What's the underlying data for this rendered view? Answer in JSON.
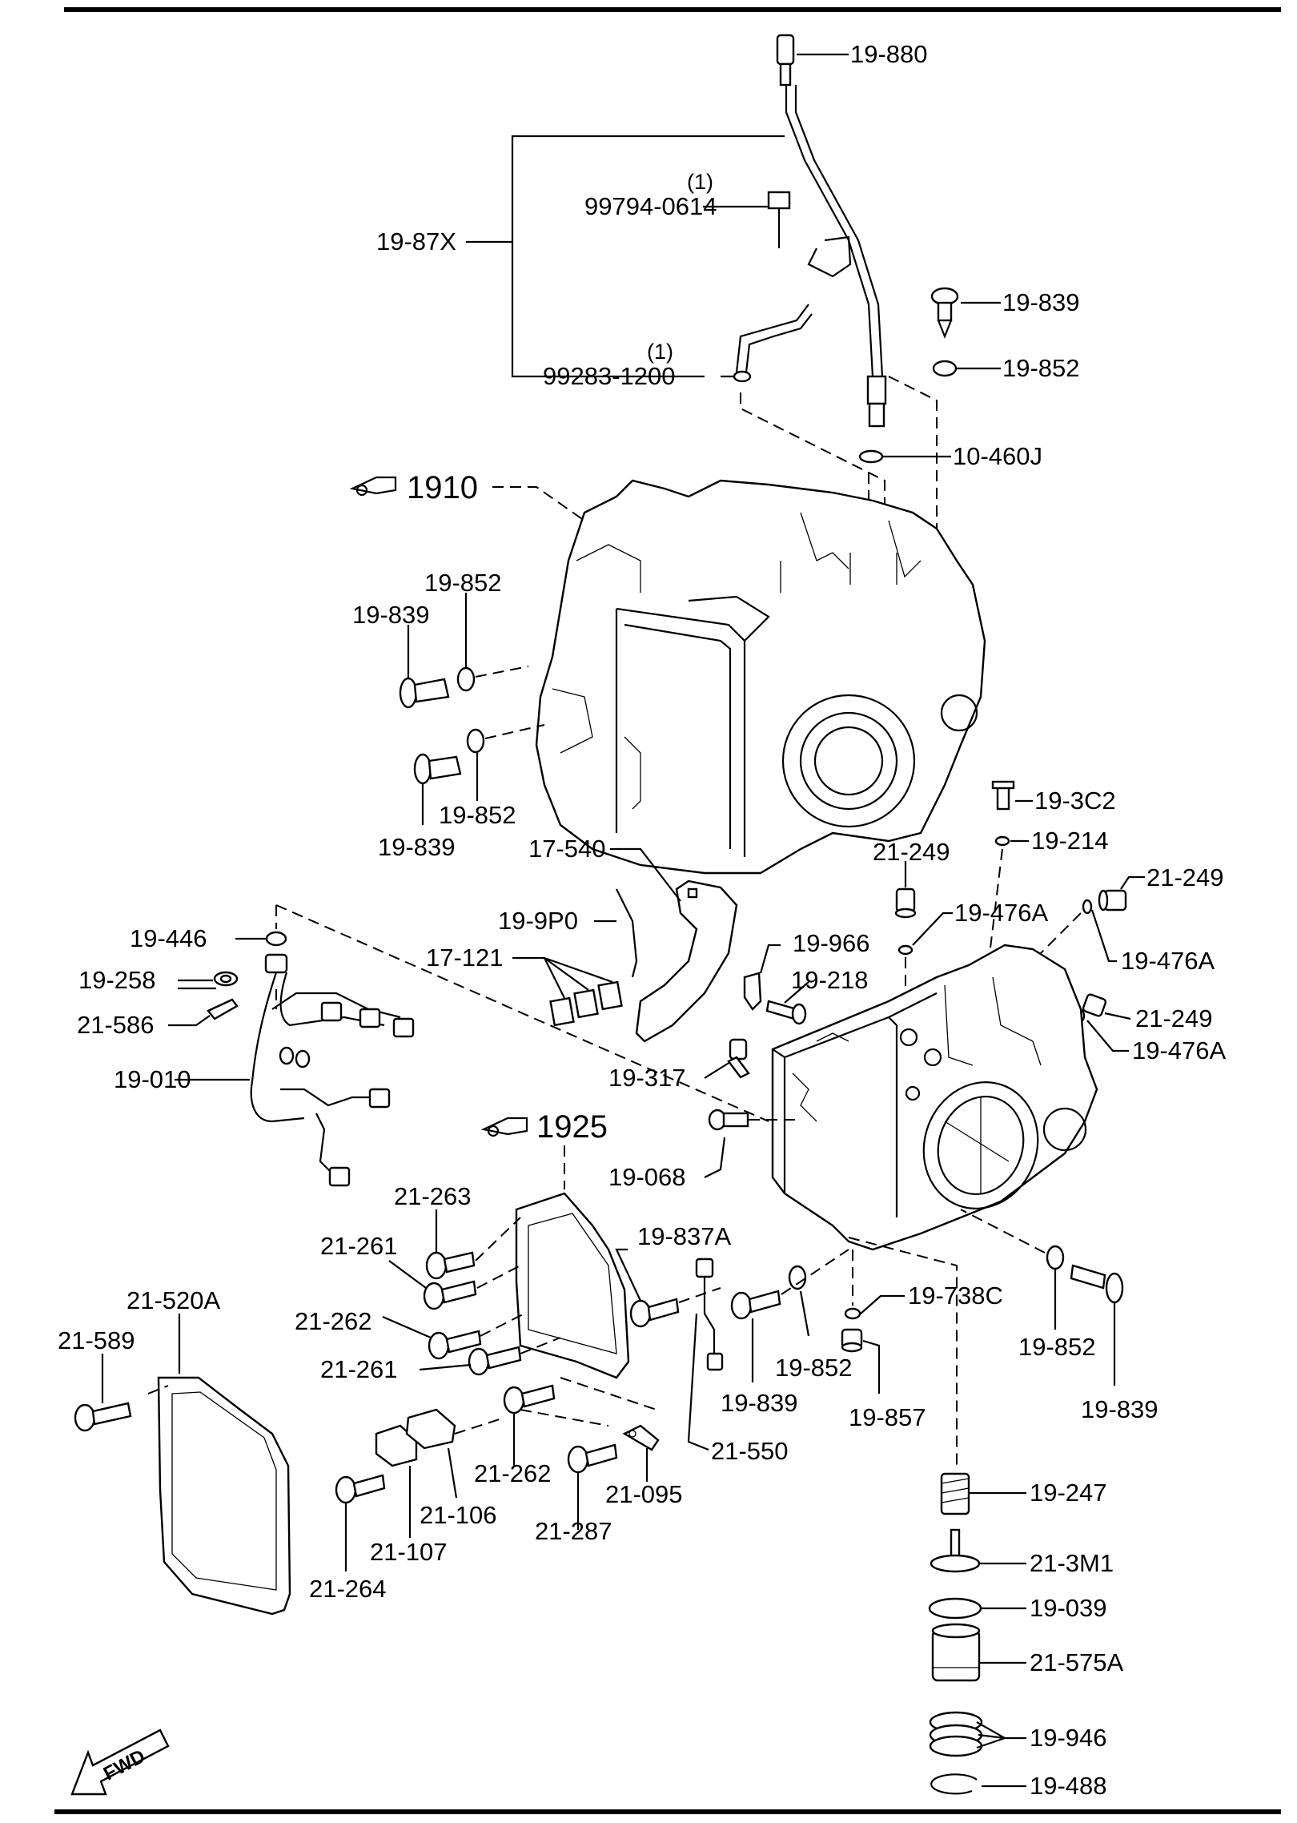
{
  "refs": {
    "transaxle_ref": "1910",
    "control_valve_ref": "1925"
  },
  "labels": {
    "l_19_880": "19-880",
    "l_19_87x": "19-87X",
    "q_1a": "(1)",
    "l_99794_0614": "99794-0614",
    "q_1b": "(1)",
    "l_99283_1200": "99283-1200",
    "l_19_839_top": "19-839",
    "l_19_852_top": "19-852",
    "l_10_460j": "10-460J",
    "l_19_852_a": "19-852",
    "l_19_839_a": "19-839",
    "l_19_852_b": "19-852",
    "l_19_839_b": "19-839",
    "l_19_3c2": "19-3C2",
    "l_19_214": "19-214",
    "l_17_540": "17-540",
    "l_21_249_a": "21-249",
    "l_21_249_b": "21-249",
    "l_19_9p0": "19-9P0",
    "l_19_966": "19-966",
    "l_19_476a_a": "19-476A",
    "l_19_446": "19-446",
    "l_19_476a_b": "19-476A",
    "l_17_121": "17-121",
    "l_19_218": "19-218",
    "l_19_258": "19-258",
    "l_21_586": "21-586",
    "l_21_249_c": "21-249",
    "l_19_476a_c": "19-476A",
    "l_19_010": "19-010",
    "l_19_317": "19-317",
    "l_19_068": "19-068",
    "l_21_263": "21-263",
    "l_21_261_a": "21-261",
    "l_19_837a": "19-837A",
    "l_21_520a": "21-520A",
    "l_19_738c": "19-738C",
    "l_21_262_a": "21-262",
    "l_21_589": "21-589",
    "l_21_261_b": "21-261",
    "l_19_852_c": "19-852",
    "l_19_852_d": "19-852",
    "l_19_839_c": "19-839",
    "l_19_857": "19-857",
    "l_19_839_d": "19-839",
    "l_21_550": "21-550",
    "l_21_262_b": "21-262",
    "l_21_095": "21-095",
    "l_21_106": "21-106",
    "l_21_287": "21-287",
    "l_21_107": "21-107",
    "l_21_264": "21-264",
    "l_19_247": "19-247",
    "l_21_3m1": "21-3M1",
    "l_19_039": "19-039",
    "l_21_575a": "21-575A",
    "l_19_946": "19-946",
    "l_19_488": "19-488"
  },
  "fwd": "FWD"
}
